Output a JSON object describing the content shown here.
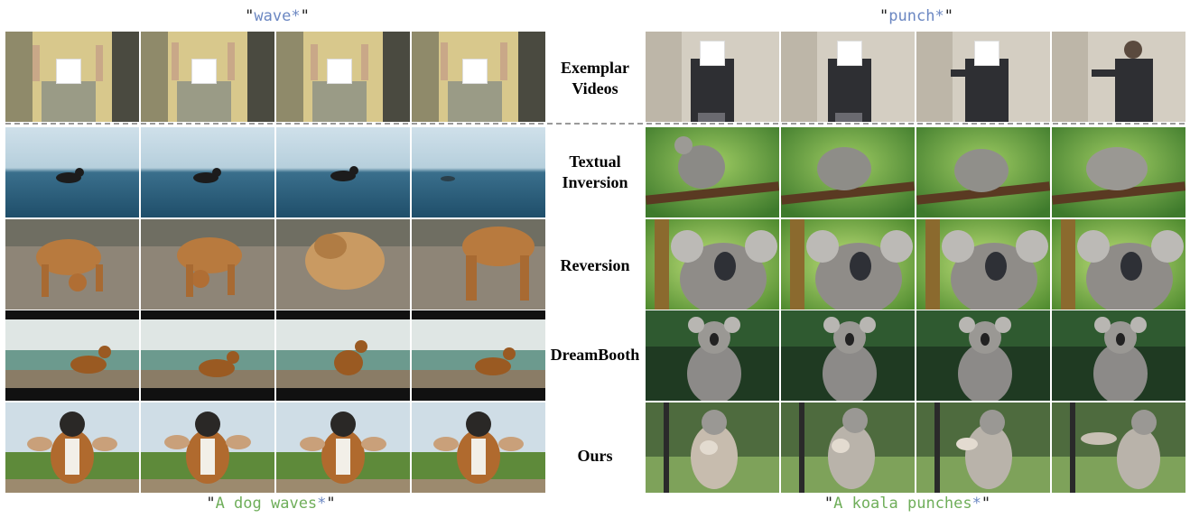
{
  "left": {
    "top_caption": {
      "open_quote": "\"",
      "keyword": "wave*",
      "close_quote": "\""
    },
    "bottom_caption": {
      "open_quote": "\"",
      "text": "A dog waves",
      "star": "*",
      "close_quote": "\""
    }
  },
  "right": {
    "top_caption": {
      "open_quote": "\"",
      "keyword": "punch*",
      "close_quote": "\""
    },
    "bottom_caption": {
      "open_quote": "\"",
      "text": "A koala punches",
      "star": "*",
      "close_quote": "\""
    }
  },
  "rows": [
    {
      "id": "exemplar",
      "label_line1": "Exemplar",
      "label_line2": "Videos"
    },
    {
      "id": "textual_inversion",
      "label_line1": "Textual",
      "label_line2": "Inversion"
    },
    {
      "id": "reversion",
      "label_line1": "Reversion",
      "label_line2": ""
    },
    {
      "id": "dreambooth",
      "label_line1": "DreamBooth",
      "label_line2": ""
    },
    {
      "id": "ours",
      "label_line1": "Ours",
      "label_line2": ""
    }
  ],
  "colors": {
    "keyword_blue": "#6b87c2",
    "prompt_green": "#6fae5a",
    "divider_gray": "#9a9a9a"
  }
}
